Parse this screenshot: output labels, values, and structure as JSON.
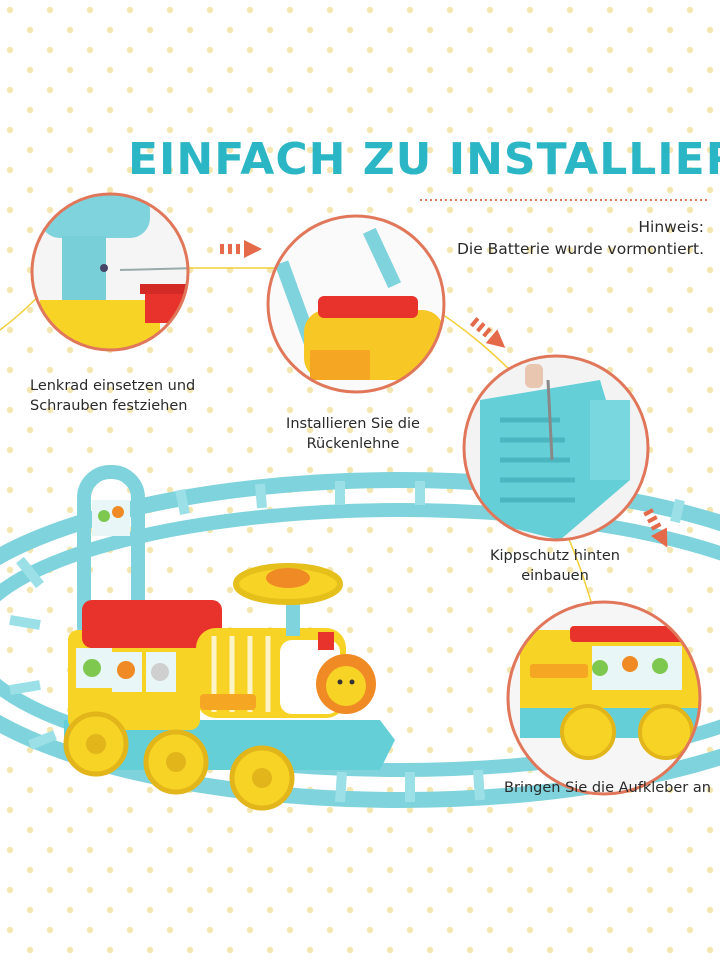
{
  "title": "EINFACH ZU INSTALLIEREN",
  "note": {
    "line1": "Hinweis:",
    "line2": "Die Batterie wurde vormontiert."
  },
  "steps": [
    {
      "line1": "Lenkrad einsetzen und",
      "line2": "Schrauben festziehen"
    },
    {
      "line1": "Installieren Sie die",
      "line2": "Rückenlehne"
    },
    {
      "line1": "Kippschutz hinten",
      "line2": "einbauen"
    },
    {
      "line1": "Bringen Sie die Aufkleber an",
      "line2": ""
    }
  ],
  "colors": {
    "title": "#2bb6c6",
    "track": "#7fd3dc",
    "circle_border": "#e0775a",
    "arrow": "#e56a4a",
    "dots": "#f4e6b0",
    "train_yellow": "#f7d326",
    "train_red": "#e8322c",
    "train_teal": "#65cfd8"
  }
}
